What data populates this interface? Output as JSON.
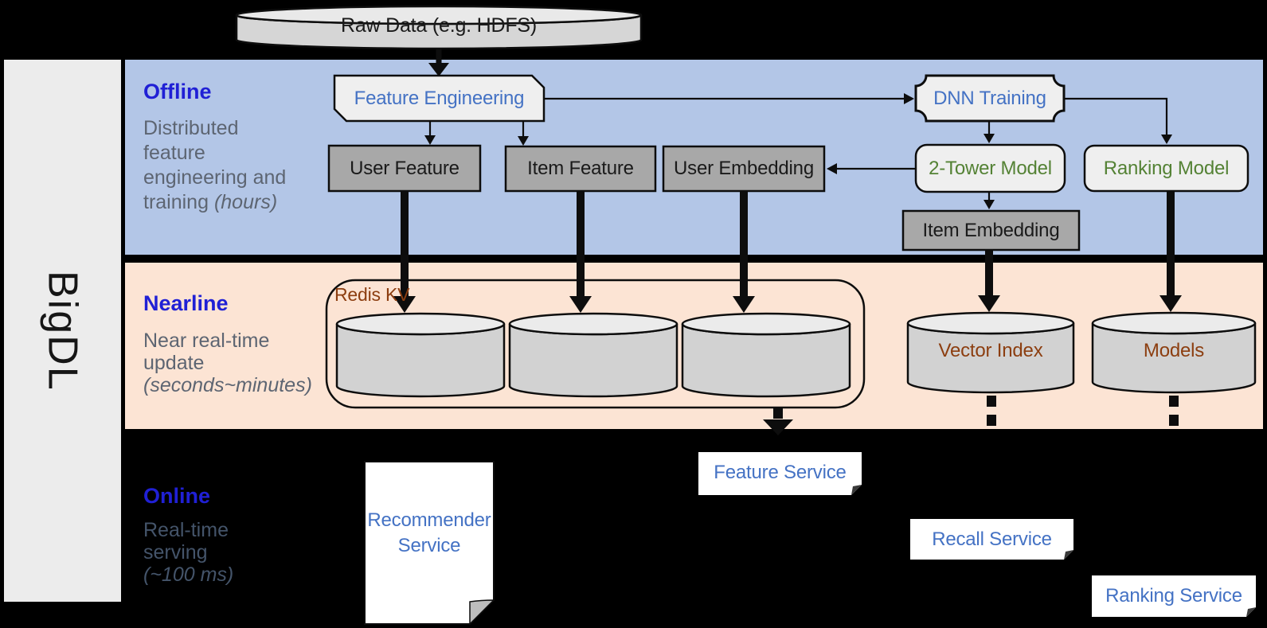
{
  "sidebar": {
    "label": "BigDL"
  },
  "raw_data_store": {
    "label": "Raw Data (e.g. HDFS)"
  },
  "sections": {
    "offline": {
      "heading": "Offline",
      "subtitle_lines": [
        "Distributed",
        "feature",
        "engineering and",
        "training"
      ],
      "subtitle_italic": "(hours)"
    },
    "nearline": {
      "heading": "Nearline",
      "subtitle_lines": [
        "Near real-time",
        "update"
      ],
      "subtitle_italic": "(seconds~minutes)"
    },
    "online": {
      "heading": "Online",
      "subtitle_lines": [
        "Real-time",
        "serving"
      ],
      "subtitle_italic": "(~100 ms)"
    }
  },
  "offline_nodes": {
    "feature_engineering": {
      "label": "Feature Engineering"
    },
    "dnn_training": {
      "label": "DNN Training"
    },
    "user_feature": {
      "label": "User Feature"
    },
    "item_feature": {
      "label": "Item Feature"
    },
    "user_embedding": {
      "label": "User Embedding"
    },
    "two_tower_model": {
      "label": "2-Tower Model"
    },
    "ranking_model": {
      "label": "Ranking Model"
    },
    "item_embedding": {
      "label": "Item Embedding"
    }
  },
  "nearline_nodes": {
    "redis_kv": {
      "label": "Redis KV"
    },
    "vector_index": {
      "label": "Vector Index"
    },
    "models": {
      "label": "Models"
    }
  },
  "online_nodes": {
    "recommender_service": {
      "line1": "Recommender",
      "line2": "Service"
    },
    "feature_service": {
      "label": "Feature Service"
    },
    "recall_service": {
      "label": "Recall Service"
    },
    "ranking_service": {
      "label": "Ranking Service"
    }
  },
  "colors": {
    "offline_bg": "#b3c6e7",
    "nearline_bg": "#fce4d4",
    "online_bg": "#000000",
    "heading_blue": "#2020d5",
    "subtitle_gray": "#5d6572",
    "online_subtitle_gray": "#44546a",
    "node_blue_text": "#4472c4",
    "node_green_text": "#548235",
    "store_brown_text": "#8c3e10",
    "light_node_fill": "#efefef",
    "dark_node_fill": "#a8a8a8",
    "cylinder_fill": "#d2d2d2",
    "service_fill": "#ffffff"
  }
}
